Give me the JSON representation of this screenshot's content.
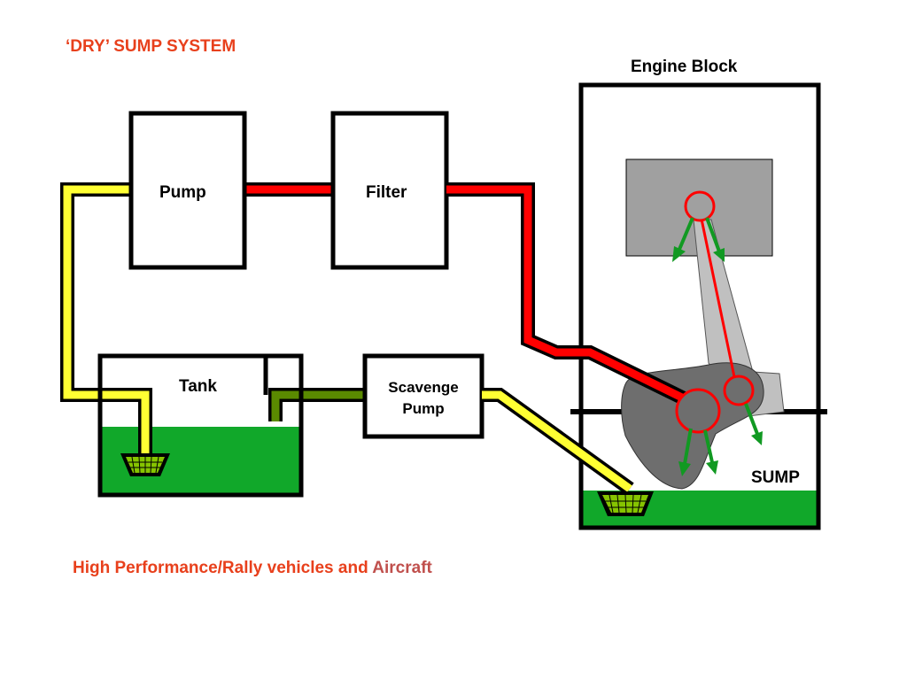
{
  "title": "‘DRY’ SUMP SYSTEM",
  "engine_block_label": "Engine Block",
  "pump_label": "Pump",
  "filter_label": "Filter",
  "tank_label": "Tank",
  "scavenge_label_line1": "Scavenge",
  "scavenge_label_line2": "Pump",
  "sump_label": "SUMP",
  "caption_main": "High Performance/Rally vehicles and ",
  "caption_highlight": "Aircraft",
  "colors": {
    "title": "#e8401c",
    "caption": "#e8401c",
    "caption_highlight": "#c0504d",
    "pressure_line": "#ff0000",
    "suction_line": "#ffff33",
    "return_line": "#5a8a00",
    "oil": "#11a82a",
    "flow_arrow": "#119922",
    "engine_head": "#a0a0a0",
    "crank": "#6e6e6e",
    "rod": "#c0c0c0"
  }
}
